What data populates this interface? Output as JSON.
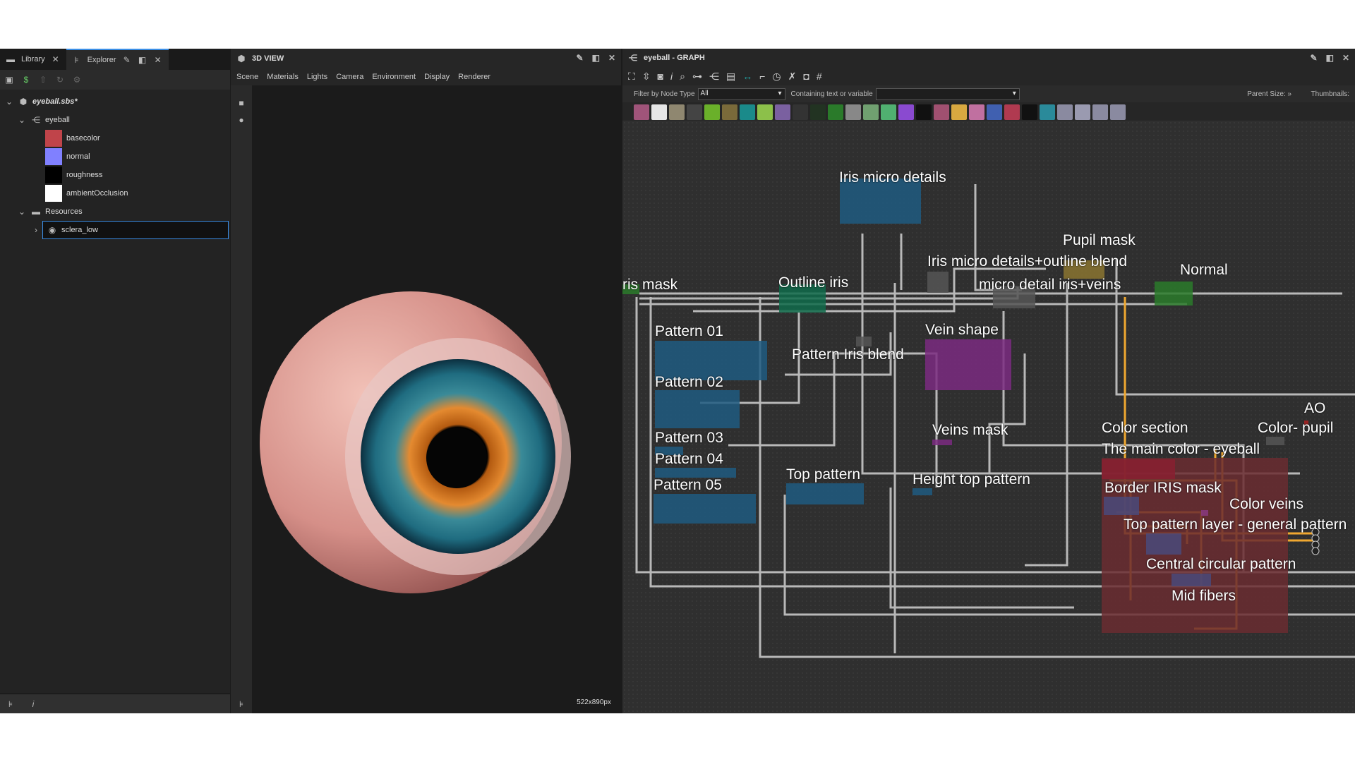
{
  "left_panel": {
    "tabs": [
      {
        "label": "Library",
        "icon": "folder-icon"
      },
      {
        "label": "Explorer",
        "icon": "tree-icon",
        "active": true
      }
    ],
    "tree": {
      "package": "eyeball.sbs*",
      "graph": "eyeball",
      "outputs": [
        {
          "label": "basecolor",
          "color": "#c0444a"
        },
        {
          "label": "normal",
          "color": "#8080ff"
        },
        {
          "label": "roughness",
          "color": "#000000"
        },
        {
          "label": "ambientOcclusion",
          "color": "#ffffff"
        }
      ],
      "resources_folder": "Resources",
      "resource": "sclera_low"
    }
  },
  "view3d": {
    "title": "3D VIEW",
    "menu": [
      "Scene",
      "Materials",
      "Lights",
      "Camera",
      "Environment",
      "Display",
      "Renderer"
    ],
    "resolution": "522x890px"
  },
  "graph": {
    "title": "eyeball - GRAPH",
    "filter_label": "Filter by Node Type",
    "filter_value": "All",
    "containing_label": "Containing text or variable",
    "containing_value": "",
    "parent_size_label": "Parent Size: »",
    "thumbnails_label": "Thumbnails:",
    "palette_colors": [
      "#a0547a",
      "#e6e6e6",
      "#8f8770",
      "#444",
      "#6ab02a",
      "#7a6a3a",
      "#1a8a8a",
      "#8cc04a",
      "#7a60a0",
      "#333",
      "#223322",
      "#2a7a2a",
      "#888",
      "#70a070",
      "#50b070",
      "#8a4ad0",
      "#111",
      "#a05070",
      "#d8a840",
      "#c070a0",
      "#4060b0",
      "#b03a50",
      "#111",
      "#2a8a9a",
      "#8a8aa0",
      "#9a9ab0",
      "#8a8aa0",
      "#8a8aa0"
    ],
    "frames": [
      {
        "label": "Iris micro details"
      },
      {
        "label": "Iris micro details+outline blend"
      },
      {
        "label": "Pupil mask"
      },
      {
        "label": "micro detail iris+veins"
      },
      {
        "label": "Normal"
      },
      {
        "label": "ris mask"
      },
      {
        "label": "Outline iris"
      },
      {
        "label": "Pattern 01"
      },
      {
        "label": "Pattern 02"
      },
      {
        "label": "Pattern Iris blend"
      },
      {
        "label": "Vein shape"
      },
      {
        "label": "Veins mask"
      },
      {
        "label": "Pattern 03"
      },
      {
        "label": "Pattern 04"
      },
      {
        "label": "Pattern 05"
      },
      {
        "label": "Top pattern"
      },
      {
        "label": "Height top pattern"
      },
      {
        "label": "Color section"
      },
      {
        "label": "AO"
      },
      {
        "label": "Color- pupil"
      },
      {
        "label": "The main color - eyeball"
      },
      {
        "label": "Border IRIS mask"
      },
      {
        "label": "Color veins"
      },
      {
        "label": "Top pattern layer - general pattern"
      },
      {
        "label": "Central circular pattern"
      },
      {
        "label": "Mid fibers"
      }
    ]
  }
}
